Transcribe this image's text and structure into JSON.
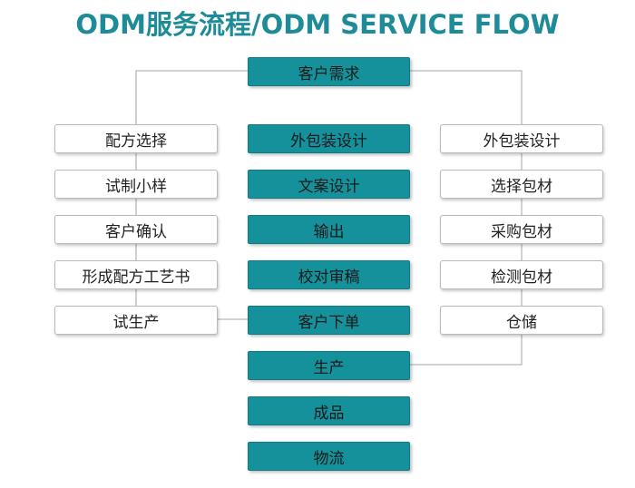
{
  "title": "ODM服务流程/ODM SERVICE FLOW",
  "colors": {
    "accent": "#14919b",
    "title": "#1e8c98",
    "connector": "#b8b8b8"
  },
  "center_steps": [
    "客户需求",
    "外包装设计",
    "文案设计",
    "输出",
    "校对审稿",
    "客户下单",
    "生产",
    "成品",
    "物流"
  ],
  "left_steps": [
    "配方选择",
    "试制小样",
    "客户确认",
    "形成配方工艺书",
    "试生产"
  ],
  "right_steps": [
    "外包装设计",
    "选择包材",
    "采购包材",
    "检测包材",
    "仓储"
  ]
}
